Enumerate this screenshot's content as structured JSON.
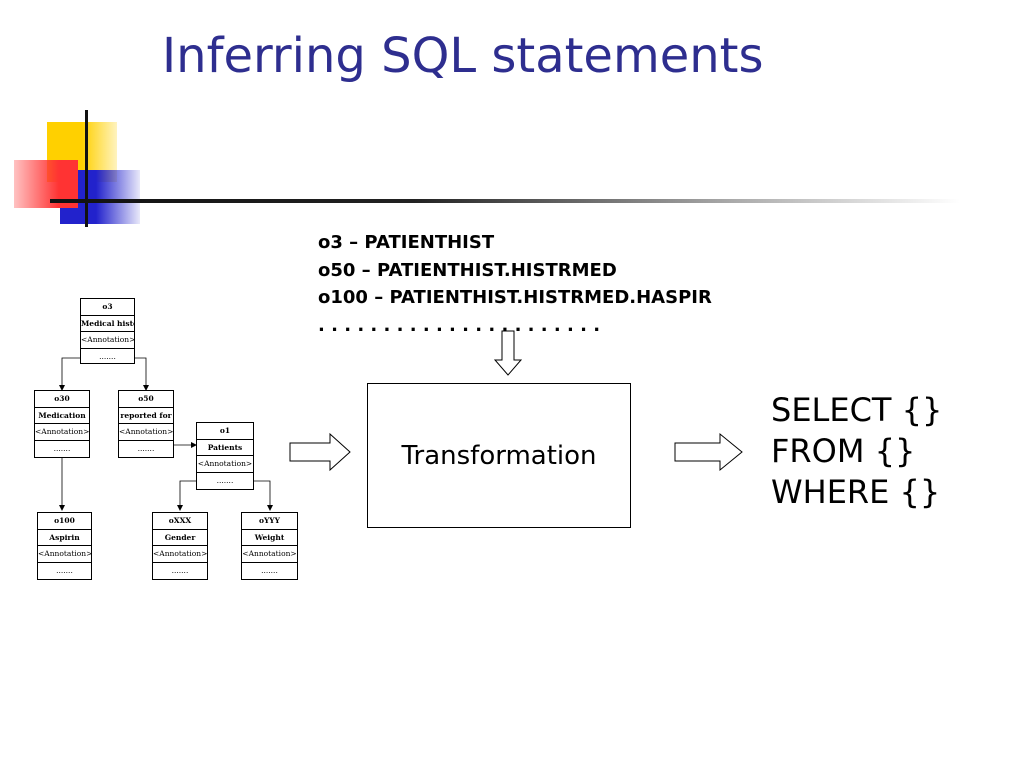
{
  "slide": {
    "title": "Inferring SQL statements",
    "title_color": "#2e2e8f"
  },
  "mapping": {
    "lines": [
      "o3 – PATIENTHIST",
      "o50 – PATIENTHIST.HISTRMED",
      "o100 – PATIENTHIST.HISTRMED.HASPIR"
    ],
    "dots": ". . . . . . . . . . . . . . . . . . . . . ."
  },
  "tree": {
    "nodes": [
      {
        "id": "o3",
        "label": "Medical history",
        "annotation": "<Annotation>",
        "more": "......."
      },
      {
        "id": "o30",
        "label": "Medication",
        "annotation": "<Annotation>",
        "more": "......."
      },
      {
        "id": "o50",
        "label": "reported for",
        "annotation": "<Annotation>",
        "more": "......."
      },
      {
        "id": "o1",
        "label": "Patients",
        "annotation": "<Annotation>",
        "more": "......."
      },
      {
        "id": "o100",
        "label": "Aspirin",
        "annotation": "<Annotation>",
        "more": "......."
      },
      {
        "id": "oXXX",
        "label": "Gender",
        "annotation": "<Annotation>",
        "more": "......."
      },
      {
        "id": "oYYY",
        "label": "Weight",
        "annotation": "<Annotation>",
        "more": "......."
      }
    ]
  },
  "transformation": {
    "label": "Transformation"
  },
  "sql": {
    "lines": [
      "SELECT {}",
      "FROM {}",
      "WHERE {}"
    ]
  },
  "colors": {
    "yellow": "#ffd000",
    "red": "#ff3333",
    "blue": "#2222cc"
  }
}
